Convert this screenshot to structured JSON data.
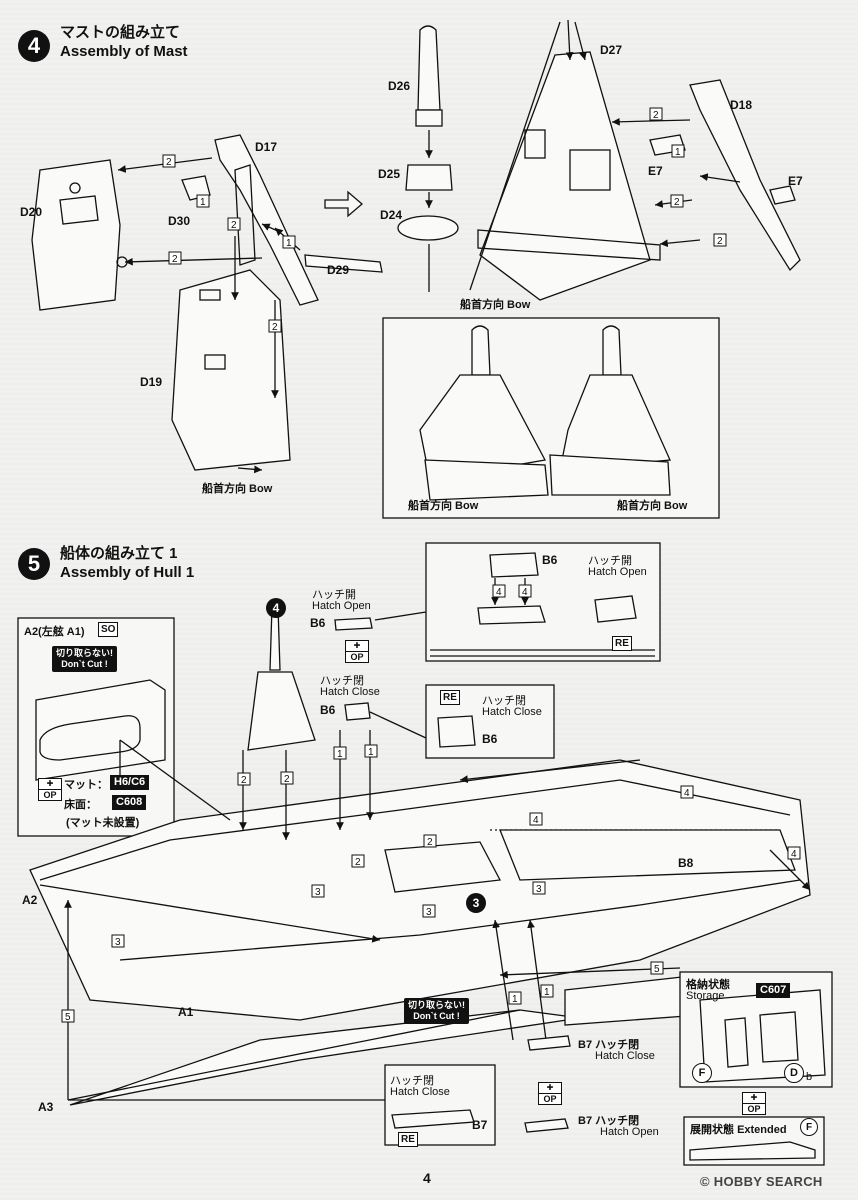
{
  "step4": {
    "number": "4",
    "title_jp": "マストの組み立て",
    "title_en": "Assembly of Mast",
    "parts": {
      "d17": "D17",
      "d20": "D20",
      "d30": "D30",
      "d29": "D29",
      "d19": "D19",
      "d26": "D26",
      "d25": "D25",
      "d24": "D24",
      "d27": "D27",
      "d18": "D18",
      "e7a": "E7",
      "e7b": "E7"
    },
    "bow_main": "船首方向 Bow",
    "bow_upper": "船首方向 Bow",
    "bow_inset_left": "船首方向 Bow",
    "bow_inset_right": "船首方向 Bow"
  },
  "step5": {
    "number": "5",
    "title_jp": "船体の組み立て 1",
    "title_en": "Assembly of Hull 1",
    "step4_ref": "4",
    "step3_ref": "3",
    "inset_a2": {
      "title": "A2(左舷 A1)",
      "tag": "SO",
      "cut_note_jp": "切り取らない!",
      "cut_note_en": "Don`t Cut !",
      "mat_label": "マット：",
      "mat_value": "H6/C6",
      "floor_label": "床面：",
      "floor_value": "C608",
      "note": "(マット未設置)"
    },
    "hatch_open_jp": "ハッチ開",
    "hatch_open_en": "Hatch Open",
    "hatch_close_jp": "ハッチ閉",
    "hatch_close_en": "Hatch Close",
    "b6_top": "B6",
    "b6_close": "B6",
    "b6_inset_top": "B6",
    "b6_inset_close": "B6",
    "inset_b6_open_jp": "ハッチ開",
    "inset_b6_open_en": "Hatch Open",
    "inset_b6_close_jp": "ハッチ閉",
    "inset_b6_close_en": "Hatch Close",
    "re_tag": "RE",
    "re_tag2": "RE",
    "re_tag3": "RE",
    "op_top": "OP",
    "a1": "A1",
    "a2": "A2",
    "a3": "A3",
    "b8": "B8",
    "cut_note2_jp": "切り取らない!",
    "cut_note2_en": "Don`t Cut !",
    "b7_close": "B7 ハッチ閉",
    "b7_close_en": "Hatch Close",
    "b7_open": "B7 ハッチ閉",
    "b7_open_en": "Hatch Open",
    "inset_b7_jp": "ハッチ閉",
    "inset_b7_en": "Hatch Close",
    "inset_b7_part": "B7",
    "storage_jp": "格納状態",
    "storage_en": "Storage",
    "storage_tag": "C607",
    "storage_f": "F",
    "storage_d": "D",
    "storage_b": "b",
    "extended_jp": "展開状態",
    "extended_en": "Extended",
    "extended_f": "F"
  },
  "page_number": "4",
  "watermark": "© HOBBY SEARCH"
}
